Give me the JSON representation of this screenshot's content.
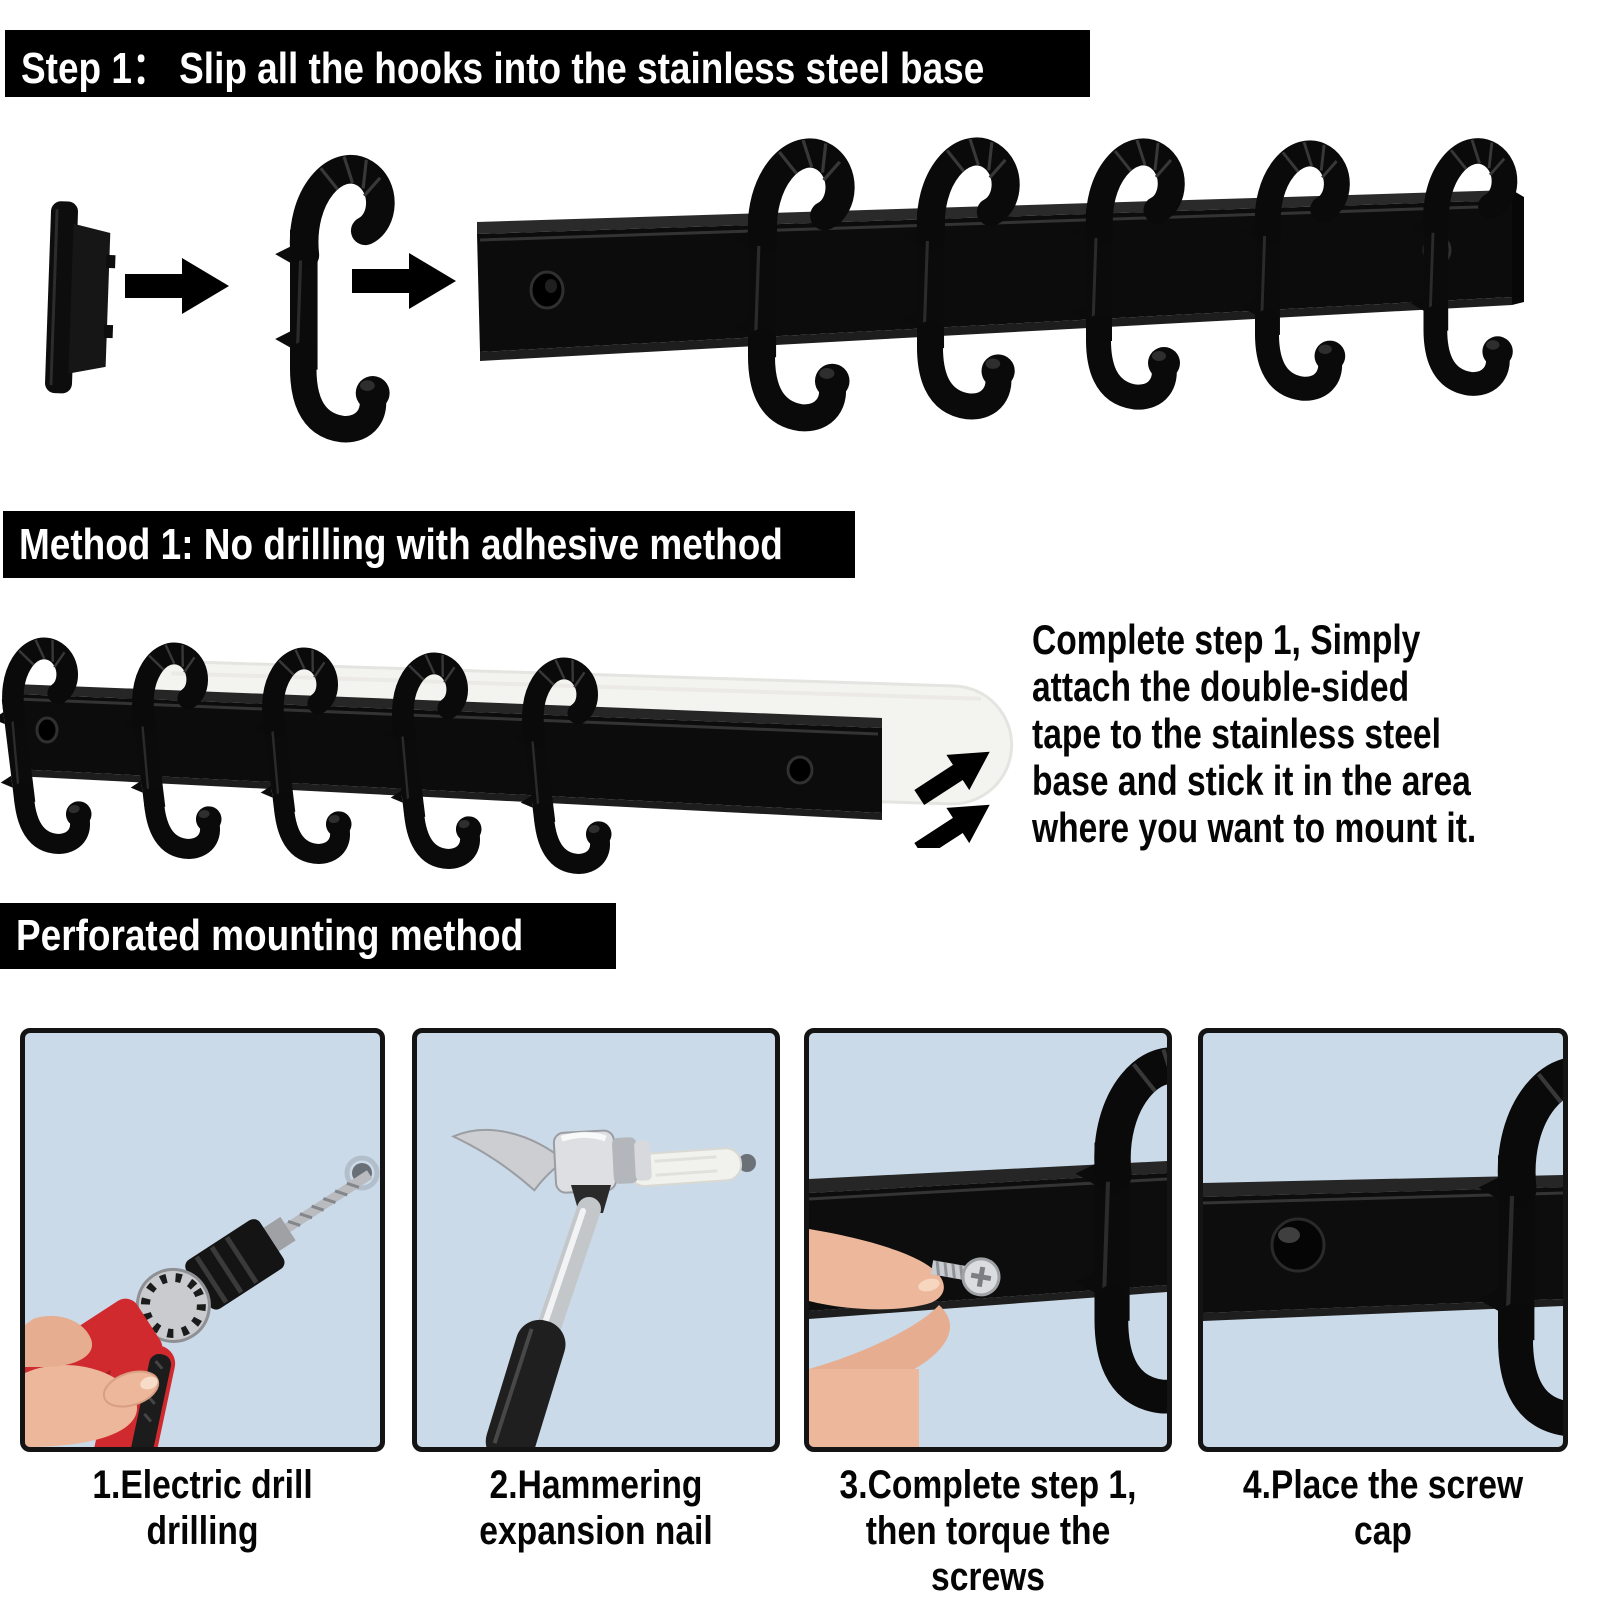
{
  "colors": {
    "banner_bg": "#000000",
    "banner_text": "#ffffff",
    "body_text": "#050505",
    "panel_bg": "#cbdae9",
    "panel_border": "#141414",
    "product_black": "#0b0b0b",
    "tape_white": "#f3f3f0",
    "drill_red": "#d02a2e",
    "metal_silver": "#c7c9cc",
    "skin": "#ecb79b"
  },
  "banners": {
    "step1": "Step 1： Slip all the hooks into the stainless steel base",
    "method1": "Method 1: No drilling with adhesive method",
    "perforated": "Perforated mounting method"
  },
  "method1_note": {
    "lines": [
      "Complete step 1, Simply",
      "attach the double-sided",
      "tape to the stainless steel",
      "base and stick it in the area",
      "where you want to mount it."
    ]
  },
  "panels": [
    {
      "image": "electric-drill-drilling-into-wall",
      "caption_lines": [
        "1.Electric drill",
        "drilling"
      ]
    },
    {
      "image": "hammer-driving-expansion-nail",
      "caption_lines": [
        "2.Hammering",
        "expansion nail"
      ]
    },
    {
      "image": "hand-torquing-screw-into-rail",
      "caption_lines": [
        "3.Complete step 1,",
        "then torque the",
        "screws"
      ]
    },
    {
      "image": "screw-cap-placed-on-rail",
      "caption_lines": [
        "4.Place the screw",
        "cap"
      ]
    }
  ],
  "icons": {
    "arrow_right": "arrow-right-icon",
    "arrow_up_right": "arrow-up-right-icon"
  }
}
